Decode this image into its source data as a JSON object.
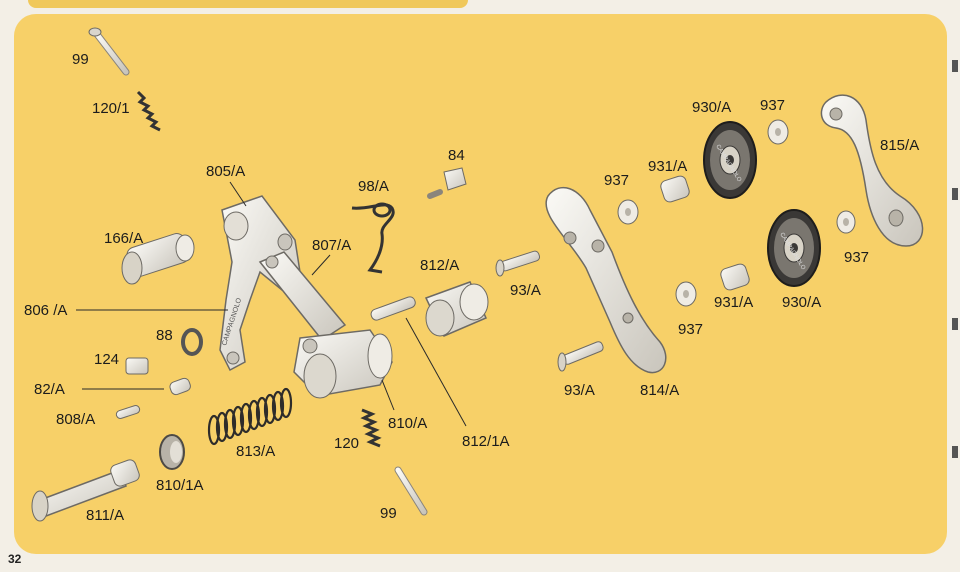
{
  "page_number": "32",
  "brand_text": "CAMPAGNOLO",
  "part_labels": {
    "p99_top": "99",
    "p120_1": "120/1",
    "p805a": "805/A",
    "p166a": "166/A",
    "p806a": "806 /A",
    "p88": "88",
    "p124": "124",
    "p82a": "82/A",
    "p808a": "808/A",
    "p811a": "811/A",
    "p810_1a": "810/1A",
    "p813a": "813/A",
    "p120": "120",
    "p810a": "810/A",
    "p99_bottom": "99",
    "p812_1a": "812/1A",
    "p812a": "812/A",
    "p98a": "98/A",
    "p84": "84",
    "p807a": "807/A",
    "p93a_top": "93/A",
    "p93a_bottom": "93/A",
    "p814a": "814/A",
    "p937_a": "937",
    "p931a_top": "931/A",
    "p930a_top": "930/A",
    "p937_b": "937",
    "p815a": "815/A",
    "p937_c": "937",
    "p937_d": "937",
    "p931a_bottom": "931/A",
    "p930a_bottom": "930/A"
  },
  "colors": {
    "panel_background": "#f7d068",
    "page_background": "#f3efe6",
    "part_metal": "#e9e6df",
    "part_outline": "#6d6a64",
    "leader_line": "#2a2a2a",
    "pulley_dark": "#3a3836"
  }
}
